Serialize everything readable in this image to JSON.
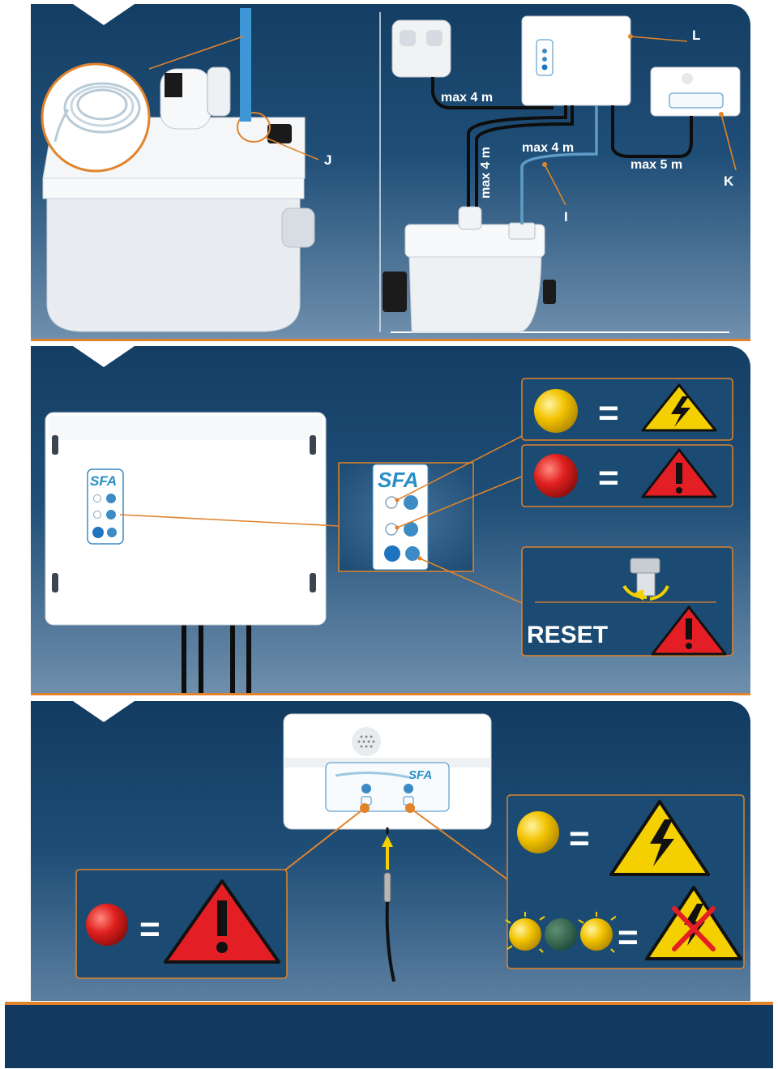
{
  "panel1": {
    "callouts": {
      "tube": "I",
      "tube_fitting": "J",
      "control_box": "L",
      "alarm_box": "K",
      "tube_route": "I"
    },
    "distances": {
      "sensor_to_box": "max 4 m",
      "pump_cable": "max 4 m",
      "tube_length": "max 4 m",
      "alarm_cable": "max 5 m"
    }
  },
  "panel2": {
    "brand": "SFA",
    "equals": "=",
    "reset_label": "RESET",
    "colors": {
      "yellow_led": "#f2c300",
      "red_led": "#e0201e",
      "blue_led": "#1f74c0",
      "warning_yellow": "#f5d000",
      "warning_red": "#e31e24"
    },
    "icons": [
      "yellow-led-icon",
      "high-voltage-warning-icon",
      "red-led-icon",
      "exclamation-warning-icon",
      "reset-rotation-icon"
    ]
  },
  "panel3": {
    "brand": "SFA",
    "equals": "=",
    "icons": [
      "red-led-icon",
      "exclamation-warning-icon",
      "yellow-led-icon",
      "high-voltage-warning-icon",
      "blinking-leds-icon",
      "power-off-warning-icon"
    ]
  },
  "accent_color": "#e0832b"
}
